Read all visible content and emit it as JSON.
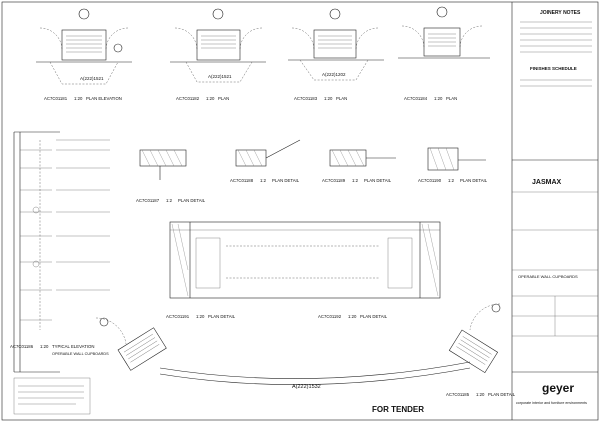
{
  "title_block": {
    "notes_title": "JOINERY NOTES",
    "finishes_title": "FINISHES SCHEDULE",
    "company": "geyer",
    "tagline": "corporate interior and furniture environments",
    "project_code": "JASMAX",
    "drawing_title": "OPERABLE WALL CUPBOARDS",
    "tender_stamp": "FOR TENDER"
  },
  "plans": [
    {
      "ref": "AC7C01181",
      "scale": "1:20",
      "title": "PLAN ELEVATION",
      "tag": "A(222)1521"
    },
    {
      "ref": "AC7C01182",
      "scale": "1:20",
      "title": "PLAN",
      "tag": "A(222)1521"
    },
    {
      "ref": "AC7C01183",
      "scale": "1:20",
      "title": "PLAN",
      "tag": "A(222)1202"
    },
    {
      "ref": "AC7C01184",
      "scale": "1:20",
      "title": "PLAN",
      "tag": ""
    }
  ],
  "details": [
    {
      "ref": "AC7C01187",
      "scale": "1:2",
      "title": "PLAN DETAIL"
    },
    {
      "ref": "AC7C01188",
      "scale": "1:2",
      "title": "PLAN DETAIL"
    },
    {
      "ref": "AC7C01189",
      "scale": "1:2",
      "title": "PLAN DETAIL"
    },
    {
      "ref": "AC7C01190",
      "scale": "1:2",
      "title": "PLAN DETAIL"
    }
  ],
  "section": {
    "ref": "AC7C01186",
    "scale": "1:20",
    "title": "TYPICAL ELEVATION",
    "caption": "OPERABLE WALL CUPBOARDS"
  },
  "bottom_views": [
    {
      "ref": "AC7C01191",
      "scale": "1:20",
      "title": "PLAN DETAIL"
    },
    {
      "ref": "AC7C01192",
      "scale": "1:20",
      "title": "PLAN DETAIL"
    },
    {
      "ref": "AC7C01185",
      "scale": "1:20",
      "title": "PLAN DETAIL"
    }
  ],
  "bottom_tag": "A(222)1532",
  "colors": {
    "ink": "#222222",
    "paper": "#ffffff"
  }
}
